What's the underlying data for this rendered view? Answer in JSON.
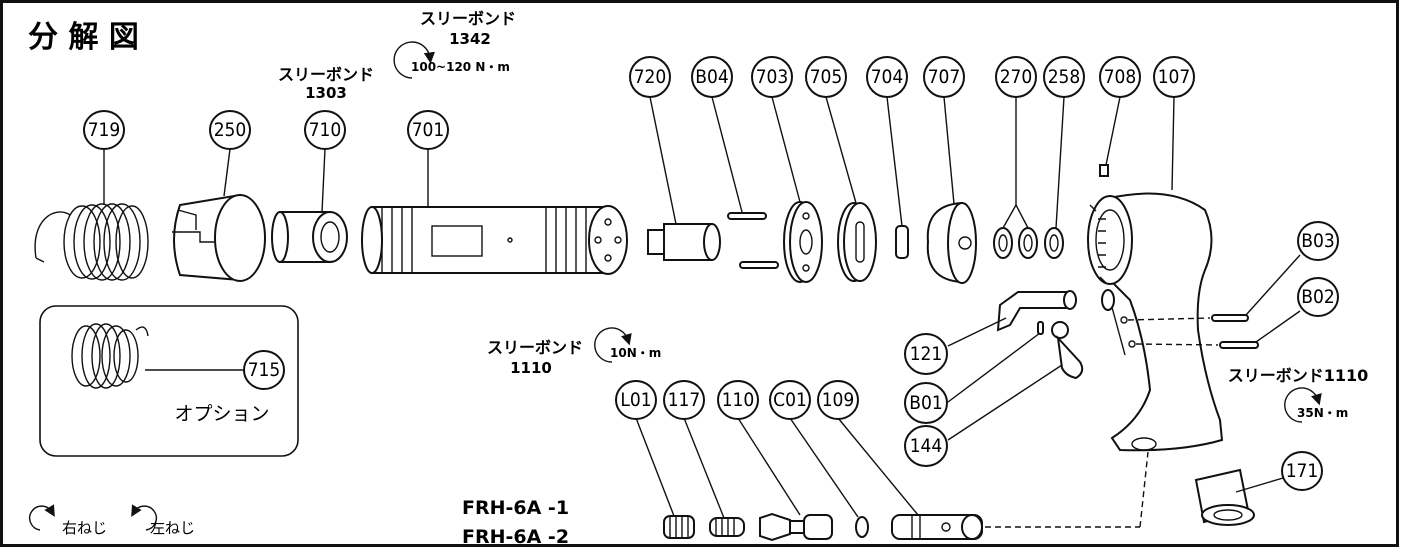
{
  "title": "分 解 図",
  "models": [
    "FRH-6A -1",
    "FRH-6A -2"
  ],
  "threadlock": {
    "tb1342_name": "スリーボンド",
    "tb1342_code": "1342",
    "tb1342_torque": "100~120 N・m",
    "tb1303_name": "スリーボンド",
    "tb1303_code": "1303",
    "tb1110a_name": "スリーボンド",
    "tb1110a_code": "1110",
    "tb1110a_torque": "10N・m",
    "tb1110b_label": "スリーボンド1110",
    "tb1110b_torque": "35N・m"
  },
  "option_label": "オプション",
  "legend": {
    "right_thread": "右ねじ",
    "left_thread": "左ねじ"
  },
  "parts": {
    "p719": "719",
    "p250": "250",
    "p710": "710",
    "p701": "701",
    "p720": "720",
    "pB04": "B04",
    "p703": "703",
    "p705": "705",
    "p704": "704",
    "p707": "707",
    "p270": "270",
    "p258": "258",
    "p708": "708",
    "p107": "107",
    "pB03": "B03",
    "pB02": "B02",
    "p715": "715",
    "p121": "121",
    "pB01": "B01",
    "p144": "144",
    "pL01": "L01",
    "p117": "117",
    "p110": "110",
    "pC01": "C01",
    "p109": "109",
    "p171": "171"
  }
}
